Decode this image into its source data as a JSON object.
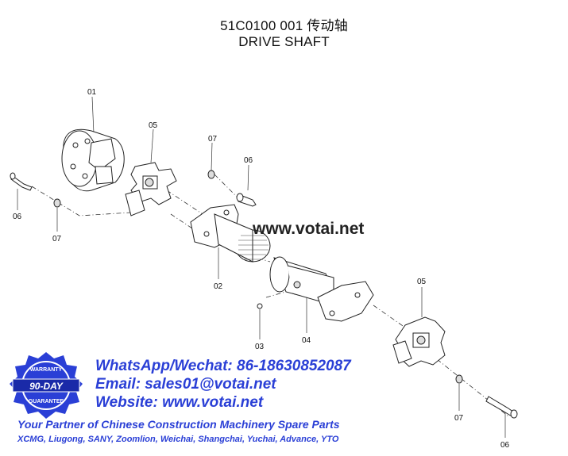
{
  "header": {
    "part_line": "51C0100 001 传动轴",
    "name_line": "DRIVE SHAFT"
  },
  "callouts": {
    "c01": "01",
    "c02": "02",
    "c03": "03",
    "c04": "04",
    "c05_top": "05",
    "c05_right": "05",
    "c06_left": "06",
    "c06_mid": "06",
    "c06_bottom": "06",
    "c07_top": "07",
    "c07_left": "07",
    "c07_bottom": "07"
  },
  "watermark": {
    "website": "www.votai.net",
    "whatsapp": "WhatsApp/Wechat:  86-18630852087",
    "email": "Email:  sales01@votai.net",
    "site": "Website:  www.votai.net",
    "tagline": "Your Partner of Chinese Construction Machinery Spare Parts",
    "brands": "XCMG, Liugong, SANY, Zoomlion, Weichai, Shangchai, Yuchai, Advance, YTO"
  },
  "badge": {
    "top_text": "WARRANTY",
    "center_text": "90-DAY",
    "bottom_text": "GUARANTEE",
    "color": "#2a3fd6"
  }
}
